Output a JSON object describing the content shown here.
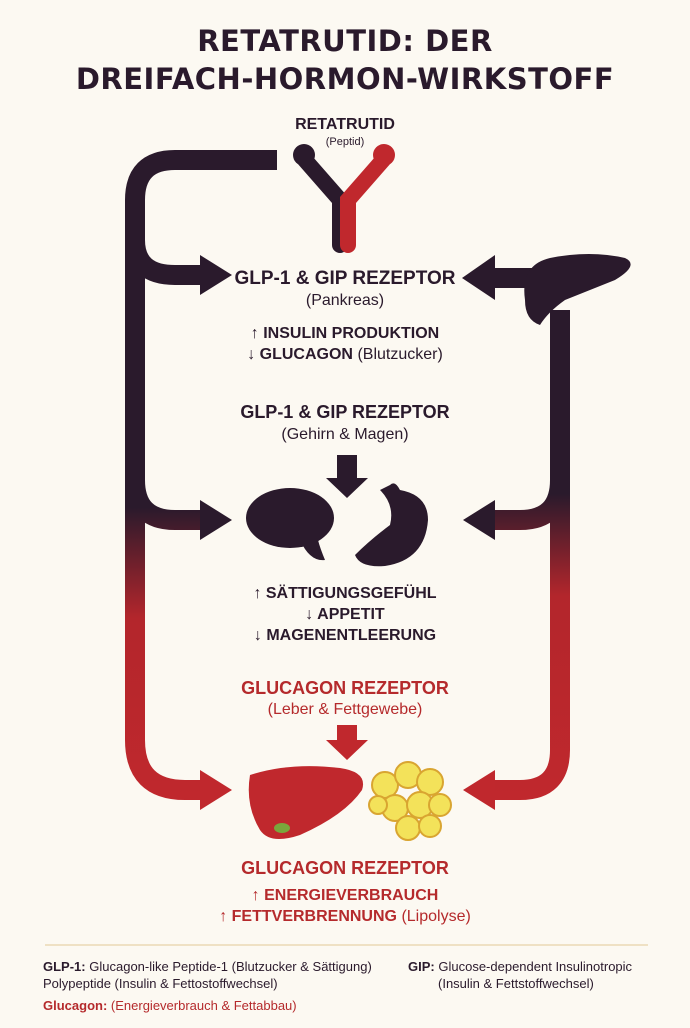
{
  "title": {
    "line1": "RETATRUTID: DER",
    "line2": "DREIFACH-HORMON-WIRKSTOFF"
  },
  "molecule": {
    "name": "RETATRUTID",
    "type": "(Peptid)"
  },
  "pancreas_receptor": {
    "title": "GLP-1 & GIP REZEPTOR",
    "organ": "(Pankreas)",
    "effect1": "↑ INSULIN PRODUKTION",
    "effect2_bold": "↓ GLUCAGON",
    "effect2_note": "(Blutzucker)"
  },
  "brain_receptor": {
    "title": "GLP-1 & GIP REZEPTOR",
    "organ": "(Gehirn & Magen)",
    "effects": [
      "↑ SÄTTIGUNGSGEFÜHL",
      "↓ APPETIT",
      "↓ MAGENENTLEERUNG"
    ]
  },
  "glucagon_receptor": {
    "title": "GLUCAGON REZEPTOR",
    "organ": "(Leber & Fettgewebe)"
  },
  "glucagon_result": {
    "title": "GLUCAGON REZEPTOR",
    "effect1": "↑ ENERGIEVERBRAUCH",
    "effect2_bold": "↑ FETTVERBRENNUNG",
    "effect2_note": "(Lipolyse)"
  },
  "legend": {
    "glp1_label": "GLP-1:",
    "glp1_text": "Glucagon-like Peptide-1 (Blutzucker & Sättigung)",
    "glp1_text2": "Polypeptide (Insulin & Fettostoffwechsel)",
    "gip_label": "GIP:",
    "gip_text": "Glucose-dependent Insulinotropic",
    "gip_text2": "(Insulin & Fettstoffwechsel)",
    "glucagon_label": "Glucagon:",
    "glucagon_text": "(Energieverbrauch & Fettabbau)"
  },
  "colors": {
    "dark": "#2a1a2c",
    "red": "#c0282d",
    "background": "#fcf9f2"
  }
}
